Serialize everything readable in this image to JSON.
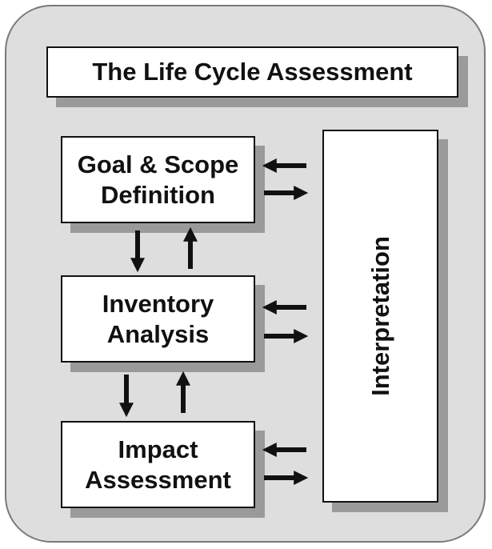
{
  "diagram": {
    "title": "The Life Cycle Assessment",
    "phases": [
      {
        "id": "goal",
        "label": "Goal & Scope\nDefinition"
      },
      {
        "id": "inventory",
        "label": "Inventory\nAnalysis"
      },
      {
        "id": "impact",
        "label": "Impact\nAssessment"
      }
    ],
    "interpretation": "Interpretation"
  },
  "colors": {
    "panel_background": "#dedede",
    "box_fill": "#ffffff",
    "box_border": "#111111",
    "arrow": "#111111",
    "shadow": "#9a9a9a"
  }
}
